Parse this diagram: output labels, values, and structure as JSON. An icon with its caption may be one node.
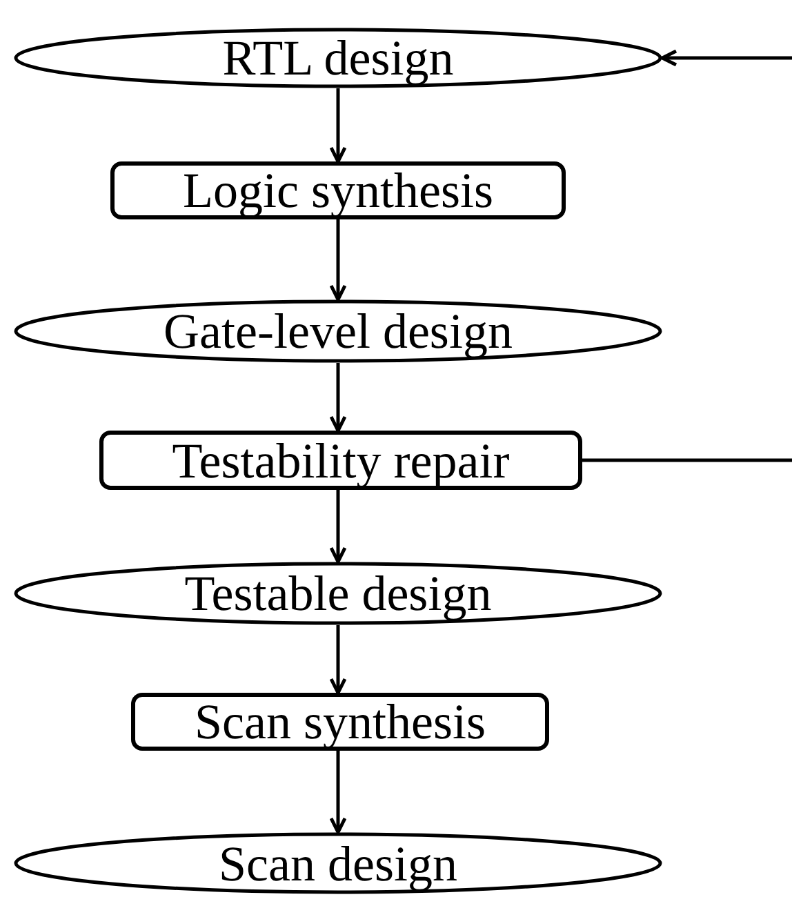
{
  "diagram": {
    "nodes": [
      {
        "text": [
          "RTL design"
        ]
      },
      {
        "text": [
          "Logic synthesis"
        ]
      },
      {
        "text": [
          "Gate-level design"
        ]
      },
      {
        "text": [
          "Testability repair"
        ]
      },
      {
        "text": [
          "Testable design"
        ]
      },
      {
        "text": [
          "Scan synthesis"
        ]
      },
      {
        "text": [
          "Scan design"
        ]
      }
    ],
    "edges": [
      {
        "from": 0,
        "to": 1,
        "arrow": "to"
      },
      {
        "from": 1,
        "to": 2,
        "arrow": "to"
      },
      {
        "from": 2,
        "to": 3,
        "arrow": "to"
      },
      {
        "from": 3,
        "to": 4,
        "arrow": "to"
      },
      {
        "from": 4,
        "to": 5,
        "arrow": "to"
      },
      {
        "from": 5,
        "to": 6,
        "arrow": "to"
      },
      {
        "from": 3,
        "to": null,
        "arrow": "none"
      },
      {
        "from": null,
        "to": 0,
        "arrow": "to"
      }
    ]
  }
}
